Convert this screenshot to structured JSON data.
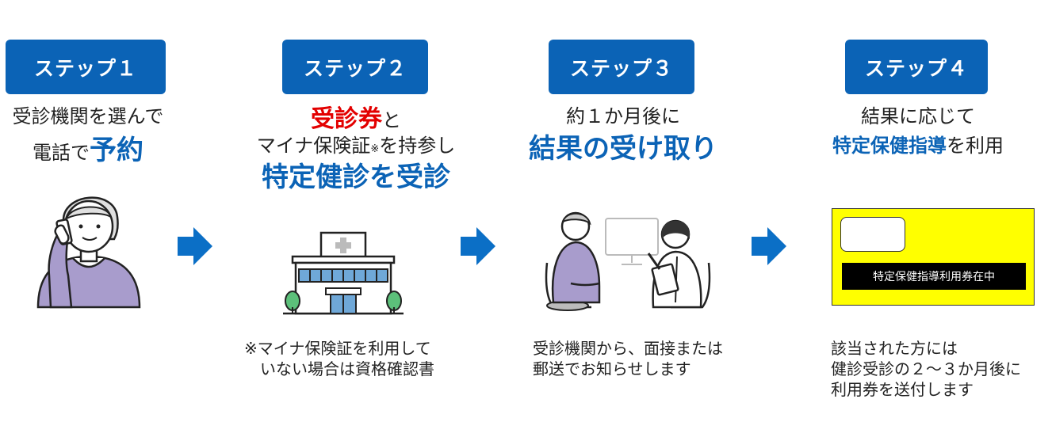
{
  "steps": [
    {
      "badge": "ステップ１",
      "line1": "受診機関を選んで",
      "line2a": "電話で",
      "line2b": "予約"
    },
    {
      "badge": "ステップ２",
      "line1a": "受診券",
      "line1b": "と",
      "line2a": "マイナ保険証",
      "line2mark": "※",
      "line2b": "を持参し",
      "line3": "特定健診を受診",
      "note1": "※マイナ保険証を利用して",
      "note2": "いない場合は資格確認書"
    },
    {
      "badge": "ステップ３",
      "line1": "約１か月後に",
      "line2": "結果の受け取り",
      "note1": "受診機関から、面接または",
      "note2": "郵送でお知らせします"
    },
    {
      "badge": "ステップ４",
      "line1": "結果に応じて",
      "line2a": "特定保健指導",
      "line2b": "を利用",
      "card_label": "特定保健指導利用券在中",
      "note1": "該当された方には",
      "note2": "健診受診の２～３か月後に",
      "note3": "利用券を送付します"
    }
  ],
  "colors": {
    "badge": "#0b63b6",
    "highlight_blue": "#0b63b6",
    "highlight_red": "#e30000",
    "arrow": "#0b6fc6",
    "card_bg": "#ffff00",
    "person_shirt": "#a89ccc"
  }
}
